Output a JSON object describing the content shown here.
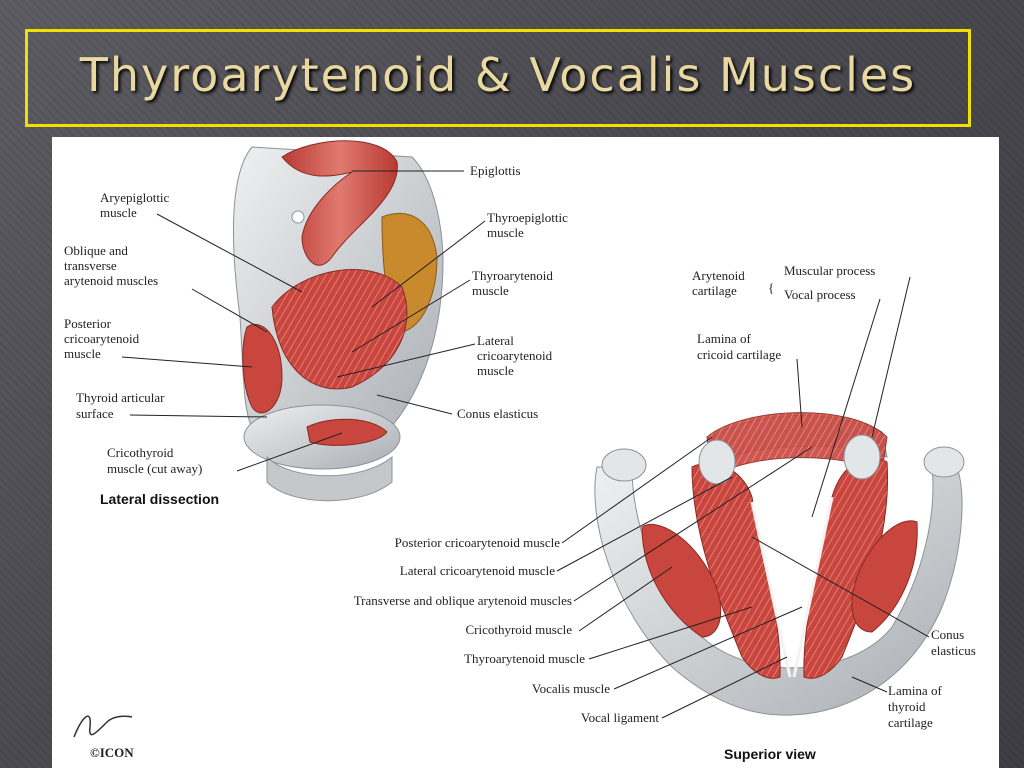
{
  "slide": {
    "title": "Thyroarytenoid & Vocalis Muscles"
  },
  "figure": {
    "lateral": {
      "caption": "Lateral dissection",
      "labels": {
        "epiglottis": "Epiglottis",
        "aryepiglottic_1": "Aryepiglottic",
        "aryepiglottic_2": "muscle",
        "thyroepiglottic_1": "Thyroepiglottic",
        "thyroepiglottic_2": "muscle",
        "oblique_1": "Oblique and",
        "oblique_2": "transverse",
        "oblique_3": "arytenoid muscles",
        "thyroarytenoid_1": "Thyroarytenoid",
        "thyroarytenoid_2": "muscle",
        "posterior_1": "Posterior",
        "posterior_2": "cricoarytenoid",
        "posterior_3": "muscle",
        "lateral_crico_1": "Lateral",
        "lateral_crico_2": "cricoarytenoid",
        "lateral_crico_3": "muscle",
        "thyroid_articular_1": "Thyroid articular",
        "thyroid_articular_2": "surface",
        "conus": "Conus elasticus",
        "cricothyroid_1": "Cricothyroid",
        "cricothyroid_2": "muscle (cut away)"
      }
    },
    "superior": {
      "caption": "Superior view",
      "labels": {
        "arytenoid_1": "Arytenoid",
        "arytenoid_2": "cartilage",
        "muscular_process": "Muscular process",
        "vocal_process": "Vocal process",
        "lamina_cricoid_1": "Lamina of",
        "lamina_cricoid_2": "cricoid cartilage",
        "posterior_crico": "Posterior cricoarytenoid muscle",
        "lateral_crico": "Lateral cricoarytenoid muscle",
        "transverse_oblique": "Transverse and oblique arytenoid muscles",
        "cricothyroid": "Cricothyroid muscle",
        "thyroarytenoid": "Thyroarytenoid muscle",
        "vocalis": "Vocalis muscle",
        "vocal_ligament": "Vocal ligament",
        "conus_1": "Conus",
        "conus_2": "elasticus",
        "lamina_thyroid_1": "Lamina of",
        "lamina_thyroid_2": "thyroid",
        "lamina_thyroid_3": "cartilage"
      }
    },
    "credit": "©ICON",
    "colors": {
      "muscle": "#c9463e",
      "muscle_light": "#e07a70",
      "cartilage": "#d9dcde",
      "cartilage_shade": "#a9aeb3",
      "fat": "#c98a2e",
      "title_border": "#f0e000",
      "title_text": "#e9d9a0"
    }
  }
}
